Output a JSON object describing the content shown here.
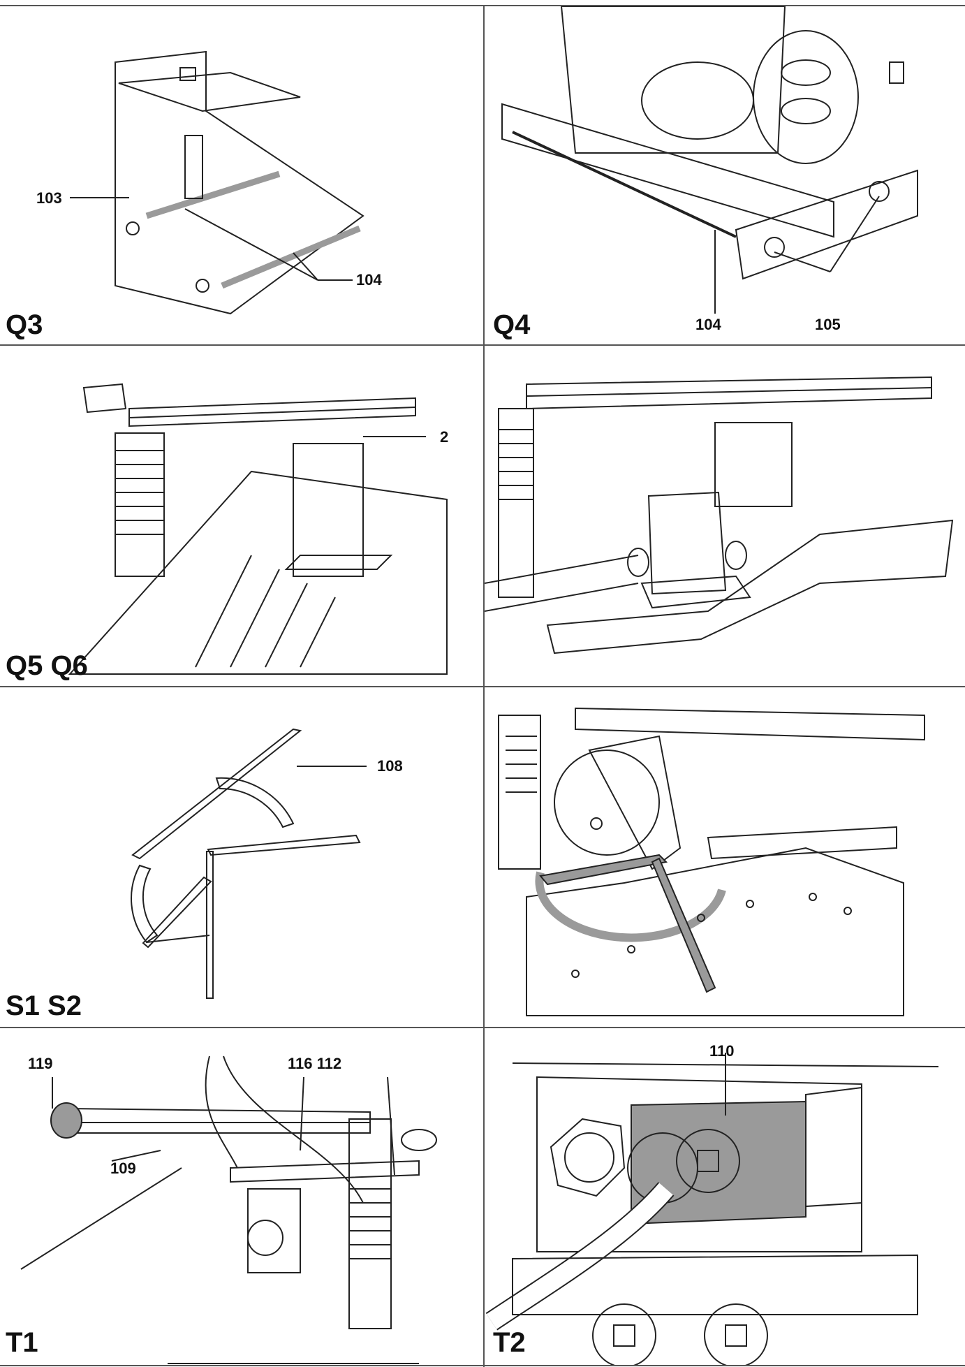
{
  "figures": [
    {
      "label": "Q3",
      "callouts": [
        "103",
        "104"
      ]
    },
    {
      "label": "Q4",
      "callouts": [
        "104",
        "105"
      ]
    },
    {
      "label": "Q5 Q6",
      "callouts": [
        "2"
      ]
    },
    {
      "label": "",
      "callouts": []
    },
    {
      "label": "S1 S2",
      "callouts": [
        "108"
      ]
    },
    {
      "label": "",
      "callouts": []
    },
    {
      "label": "T1",
      "callouts": [
        "119",
        "116 112",
        "109"
      ]
    },
    {
      "label": "T2",
      "callouts": [
        "110"
      ]
    }
  ],
  "colors": {
    "line": "#222222",
    "grid": "#555555",
    "shade": "#9a9a9a"
  }
}
